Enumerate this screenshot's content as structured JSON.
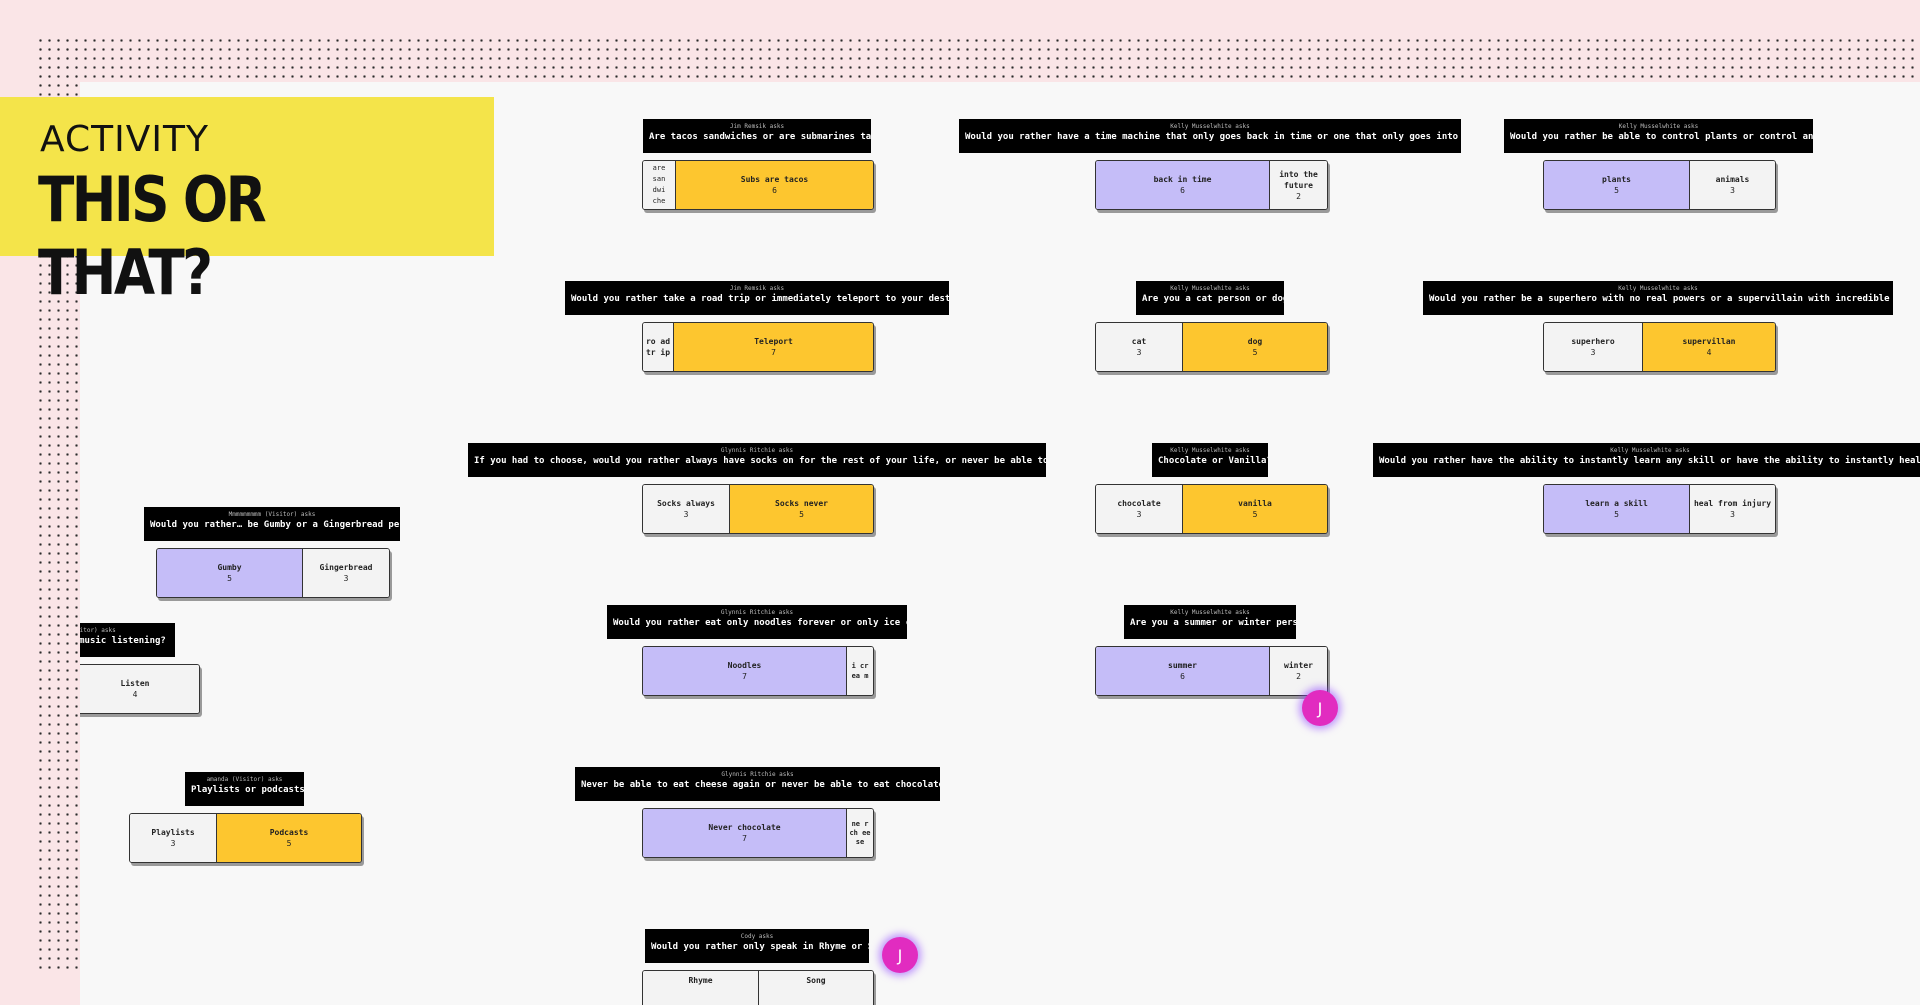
{
  "banner": {
    "kicker": "ACTIVITY",
    "title": "THIS OR THAT?"
  },
  "cards": [
    {
      "asker": "Jim Remsik asks",
      "question": "Are tacos sandwiches or are submarines tacos?",
      "options": [
        {
          "label": "are san dwi che",
          "count": ""
        },
        {
          "label": "Subs are tacos",
          "count": "6"
        }
      ]
    },
    {
      "asker": "Kelly Musselwhite asks",
      "question": "Would you rather have a time machine that only goes back in time or one that only goes into the future?",
      "options": [
        {
          "label": "back in time",
          "count": "6"
        },
        {
          "label": "into the future",
          "count": "2"
        }
      ]
    },
    {
      "asker": "Kelly Musselwhite asks",
      "question": "Would you rather be able to control plants or control animals?",
      "options": [
        {
          "label": "plants",
          "count": "5"
        },
        {
          "label": "animals",
          "count": "3"
        }
      ]
    },
    {
      "asker": "Jim Remsik asks",
      "question": "Would you rather take a road trip or immediately teleport to your destination?",
      "options": [
        {
          "label": "ro ad tr ip",
          "count": ""
        },
        {
          "label": "Teleport",
          "count": "7"
        }
      ]
    },
    {
      "asker": "Kelly Musselwhite asks",
      "question": "Are you a cat person or dog?",
      "options": [
        {
          "label": "cat",
          "count": "3"
        },
        {
          "label": "dog",
          "count": "5"
        }
      ]
    },
    {
      "asker": "Kelly Musselwhite asks",
      "question": "Would you rather be a superhero with no real powers or a supervillain with incredible abilities?",
      "options": [
        {
          "label": "superhero",
          "count": "3"
        },
        {
          "label": "supervillan",
          "count": "4"
        }
      ]
    },
    {
      "asker": "Glynnis Ritchie asks",
      "question": "If you had to choose, would you rather always have socks on for the rest of your life, or never be able to wear socks?",
      "options": [
        {
          "label": "Socks always",
          "count": "3"
        },
        {
          "label": "Socks never",
          "count": "5"
        }
      ]
    },
    {
      "asker": "Kelly Musselwhite asks",
      "question": "Chocolate or Vanilla?",
      "options": [
        {
          "label": "chocolate",
          "count": "3"
        },
        {
          "label": "vanilla",
          "count": "5"
        }
      ]
    },
    {
      "asker": "Kelly Musselwhite asks",
      "question": "Would you rather have the ability to instantly learn any skill or have the ability to instantly heal from any in",
      "options": [
        {
          "label": "learn a skill",
          "count": "5"
        },
        {
          "label": "heal from injury",
          "count": "3"
        }
      ]
    },
    {
      "asker": "Mmmmmmmmm (Visitor) asks",
      "question": "Would you rather… be Gumby or a Gingerbread person?",
      "options": [
        {
          "label": "Gumby",
          "count": "5"
        },
        {
          "label": "Gingerbread",
          "count": "3"
        }
      ]
    },
    {
      "asker": "Glynnis Ritchie asks",
      "question": "Would you rather eat only noodles forever or only ice cream?",
      "options": [
        {
          "label": "Noodles",
          "count": "7"
        },
        {
          "label": "i cr ea m",
          "count": ""
        }
      ]
    },
    {
      "asker": "Kelly Musselwhite asks",
      "question": "Are you a summer or winter person",
      "options": [
        {
          "label": "summer",
          "count": "6"
        },
        {
          "label": "winter",
          "count": "2"
        }
      ]
    },
    {
      "asker": "sitor) asks",
      "question": "music listening?",
      "options": [
        {
          "label": "Listen",
          "count": "4"
        }
      ]
    },
    {
      "asker": "amanda (Visitor) asks",
      "question": "Playlists or podcasts?",
      "options": [
        {
          "label": "Playlists",
          "count": "3"
        },
        {
          "label": "Podcasts",
          "count": "5"
        }
      ]
    },
    {
      "asker": "Glynnis Ritchie asks",
      "question": "Never be able to eat cheese again or never be able to eat chocolate again?",
      "options": [
        {
          "label": "Never chocolate",
          "count": "7"
        },
        {
          "label": "ne r ch ee se",
          "count": ""
        }
      ]
    },
    {
      "asker": "Cody asks",
      "question": "Would you rather only speak in Rhyme or Song",
      "options": [
        {
          "label": "Rhyme",
          "count": ""
        },
        {
          "label": "Song",
          "count": ""
        }
      ]
    }
  ],
  "avatars": [
    {
      "initial": "J"
    },
    {
      "initial": "J"
    }
  ]
}
